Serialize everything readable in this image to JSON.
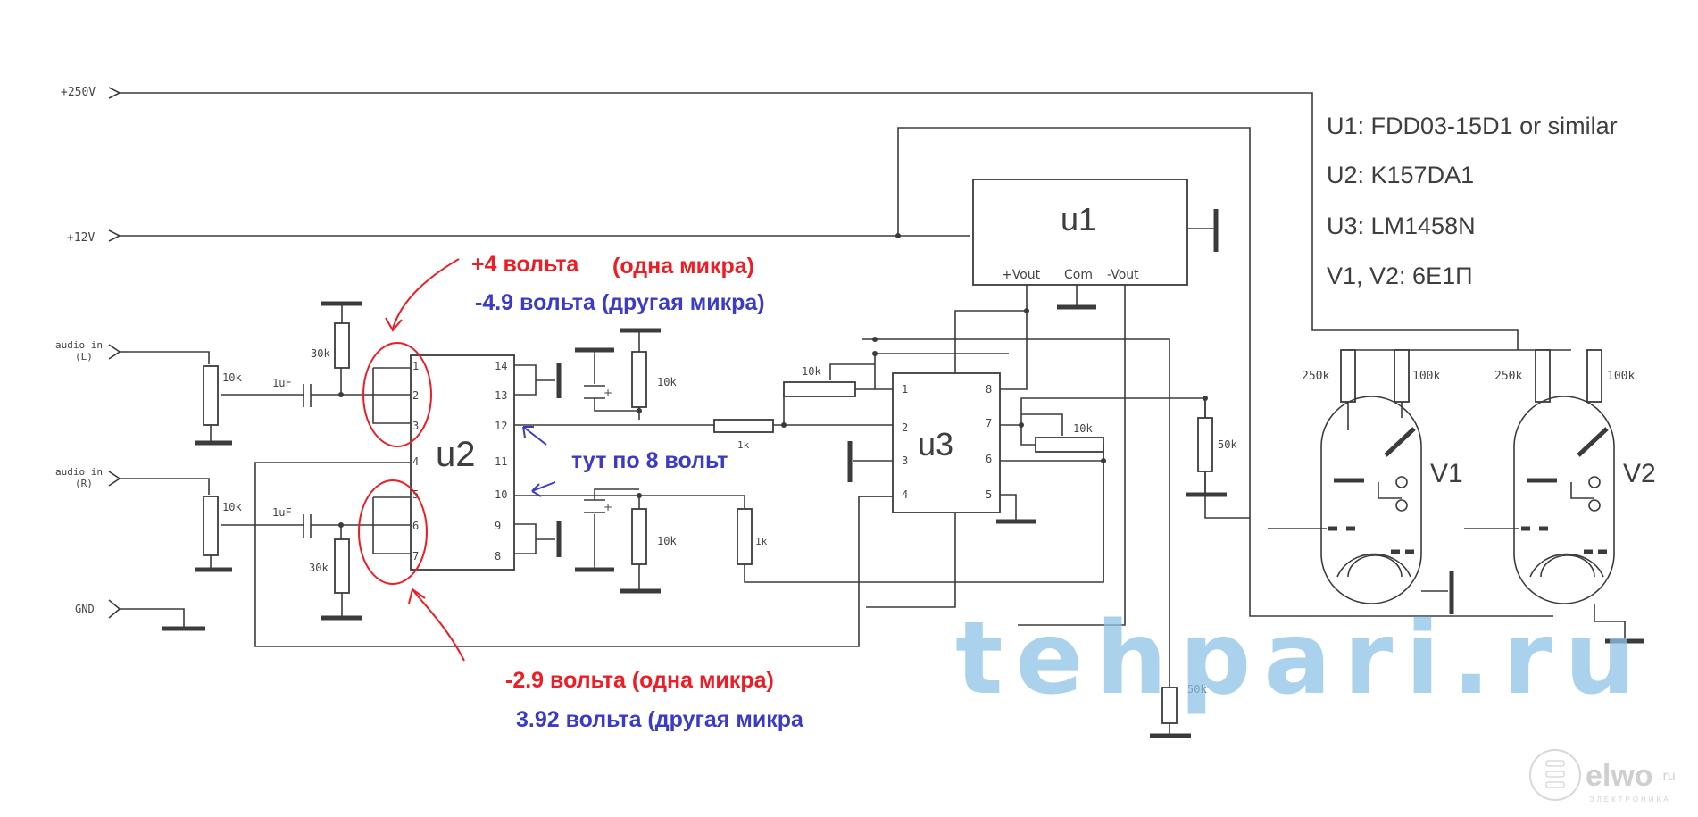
{
  "rails": {
    "plus250": "+250V",
    "plus12": "+12V",
    "audio_in": "audio in",
    "left": "(L)",
    "right": "(R)",
    "gnd": "GND"
  },
  "components": {
    "u1": "u1",
    "u1_pins": {
      "pvout": "+Vout",
      "com": "Com",
      "mvout": "-Vout"
    },
    "u2": "u2",
    "u3": "u3",
    "u2_pins_left": [
      "1",
      "2",
      "3",
      "4",
      "5",
      "6",
      "7"
    ],
    "u2_pins_right": [
      "14",
      "13",
      "12",
      "11",
      "10",
      "9",
      "8"
    ],
    "u3_pins_left": [
      "1",
      "2",
      "3",
      "4"
    ],
    "u3_pins_right": [
      "8",
      "7",
      "6",
      "5"
    ],
    "v1": "V1",
    "v2": "V2"
  },
  "values": {
    "pot10k": "10k",
    "cap1uF": "1uF",
    "r30k": "30k",
    "r1k": "1k",
    "r50k": "50k",
    "r250k": "250k",
    "r100k": "100k",
    "plus": "+"
  },
  "legend": [
    "U1: FDD03-15D1 or similar",
    "U2: K157DA1",
    "U3: LM1458N",
    "V1, V2: 6E1П"
  ],
  "annotations": {
    "top_red": "+4 вольта",
    "top_red_paren": "(одна микра)",
    "top_blue": "-4.9 вольта (другая микра)",
    "middle_blue": "тут по 8 вольт",
    "bottom_red": "-2.9 вольта  (одна микра)",
    "bottom_blue": "3.92 вольта (другая микра"
  },
  "watermarks": {
    "site": "tehpari.ru",
    "logo": "elwo",
    "logo_ru": ".ru",
    "logo_sub": "ЭЛЕКТРОНИКА"
  },
  "colors": {
    "annotation_red": "#ee1c24",
    "annotation_blue": "#3b3bc8",
    "watermark": "#8ec3e6"
  }
}
